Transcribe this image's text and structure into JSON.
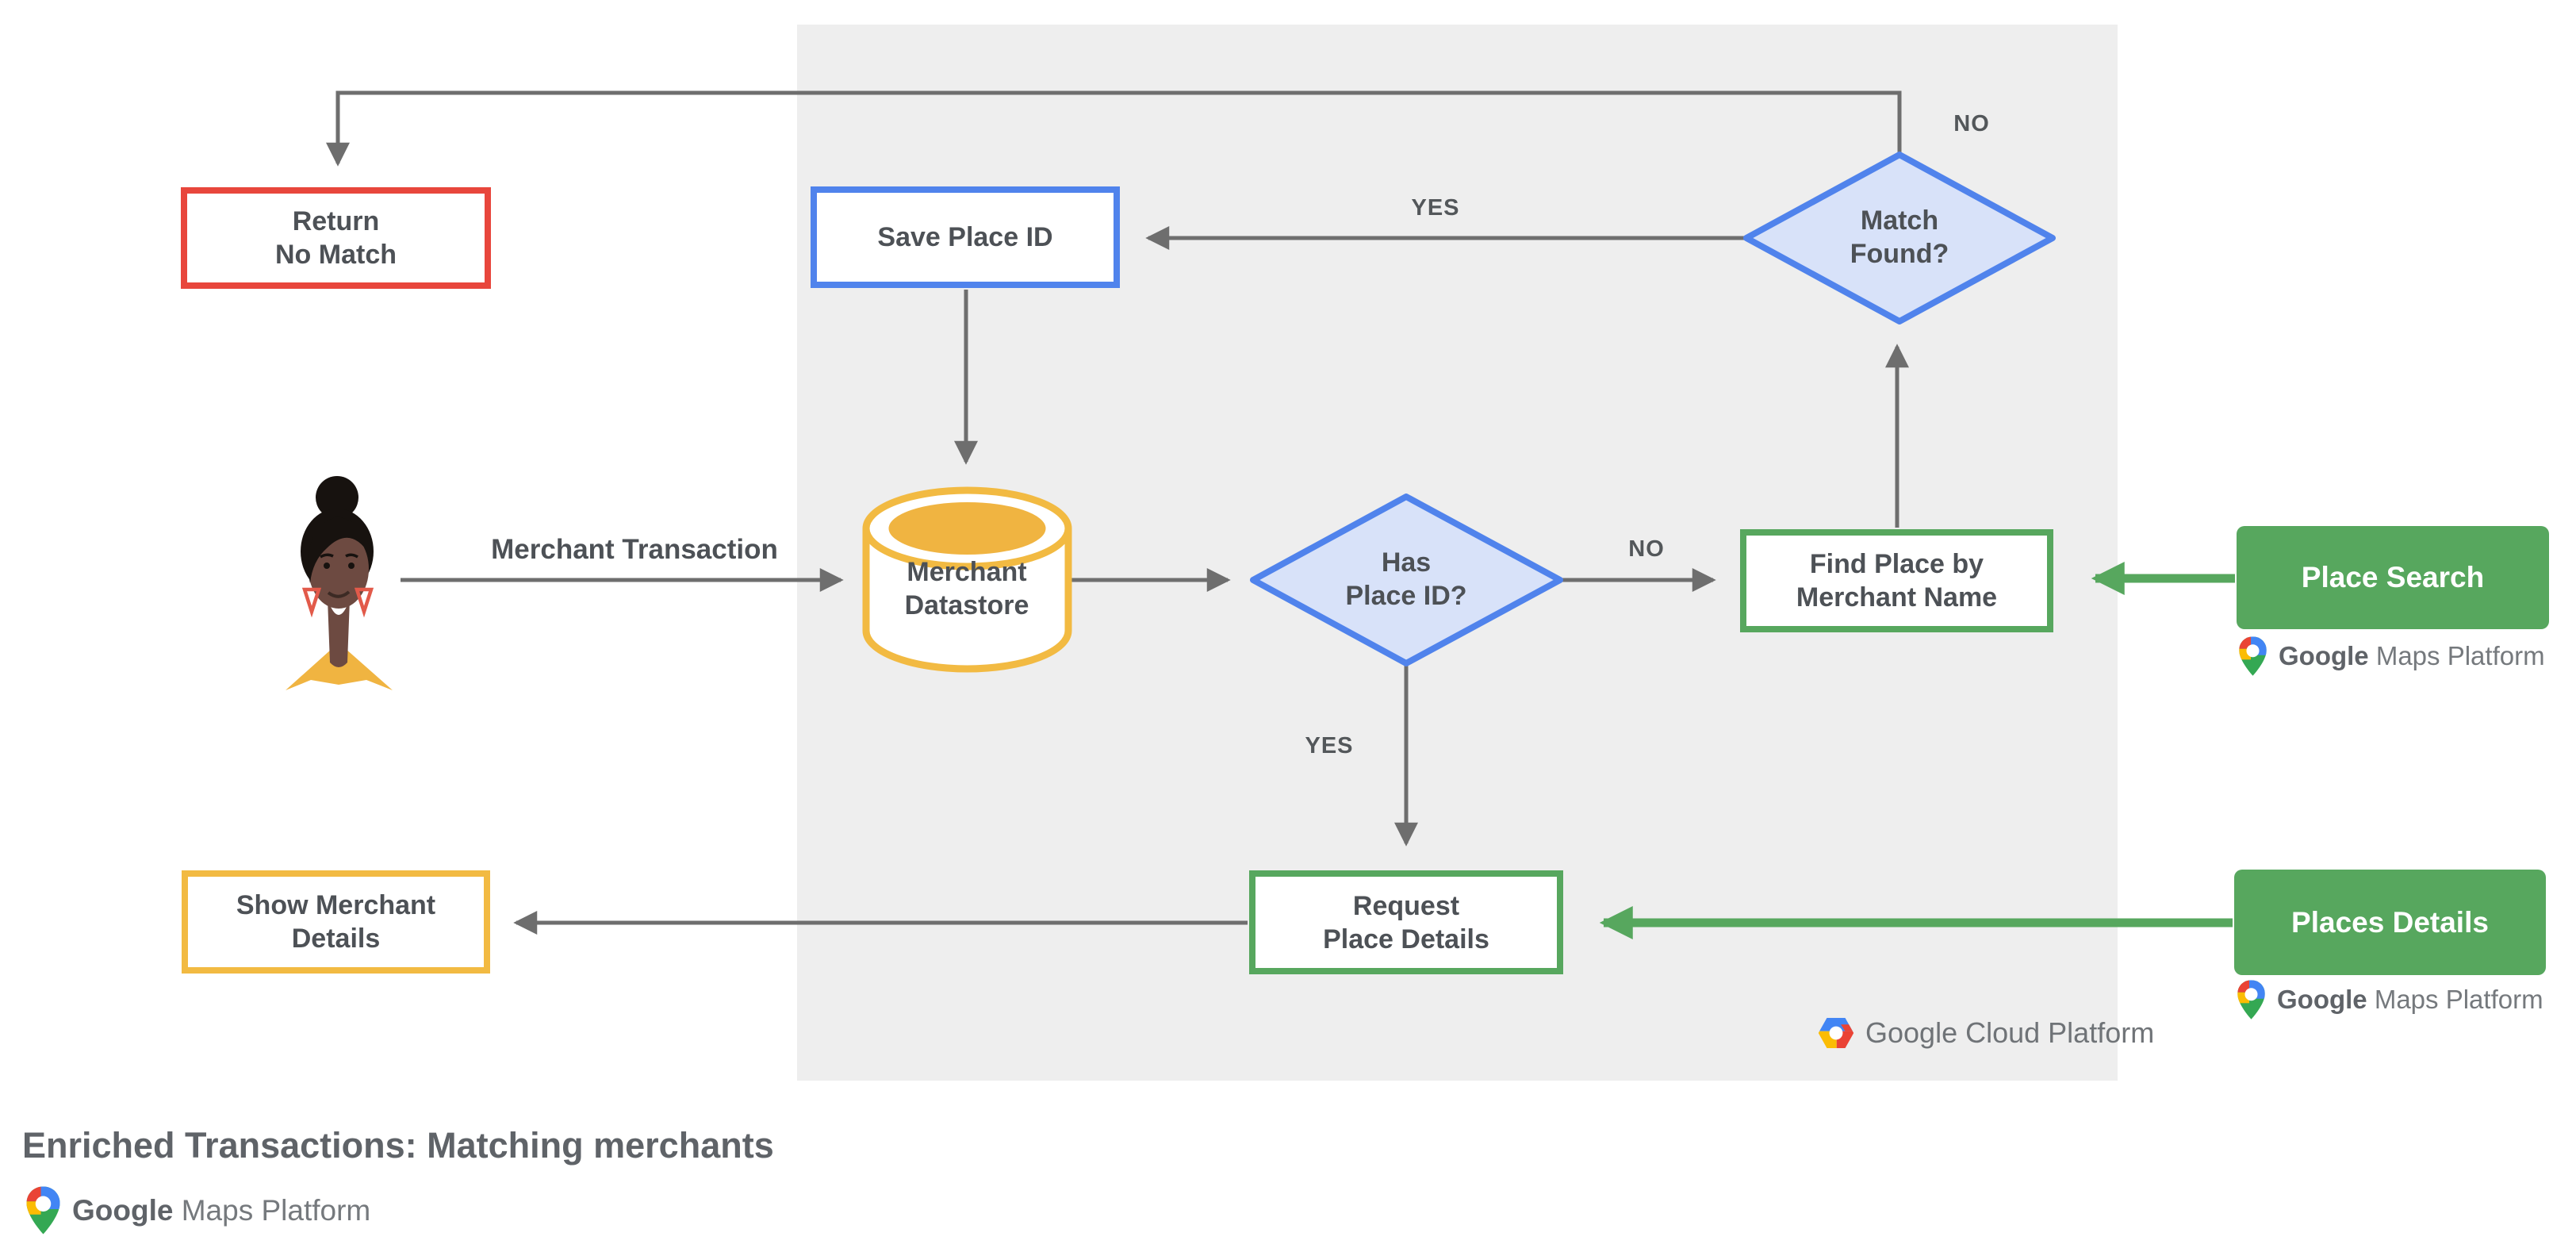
{
  "title": "Enriched Transactions: Matching merchants",
  "nodes": {
    "return_no_match": {
      "line1": "Return",
      "line2": "No Match"
    },
    "save_place_id": {
      "label": "Save Place ID"
    },
    "match_found": {
      "line1": "Match",
      "line2": "Found?"
    },
    "merchant_datastore": {
      "line1": "Merchant",
      "line2": "Datastore"
    },
    "has_place_id": {
      "line1": "Has",
      "line2": "Place ID?"
    },
    "find_place_by_merchant_name": {
      "line1": "Find Place by",
      "line2": "Merchant Name"
    },
    "place_search": {
      "label": "Place Search"
    },
    "request_place_details": {
      "line1": "Request",
      "line2": "Place Details"
    },
    "places_details": {
      "label": "Places Details"
    },
    "show_merchant_details": {
      "line1": "Show Merchant",
      "line2": "Details"
    }
  },
  "edge_labels": {
    "merchant_transaction": "Merchant Transaction",
    "yes_match": "YES",
    "no_match": "NO",
    "no_place_id": "NO",
    "yes_place_id": "YES"
  },
  "branding": {
    "maps": {
      "google": "Google",
      "rest": "Maps Platform"
    },
    "cloud": {
      "google": "Google",
      "rest": "Cloud Platform"
    }
  },
  "colors": {
    "red_border": "#e8463c",
    "blue_border": "#5083ec",
    "blue_fill": "#d8e2f9",
    "green": "#57a75e",
    "yellow_border": "#f2ba42",
    "amber_fill": "#f0b441",
    "arrow_gray": "#6e6e6e",
    "panel_gray": "#eeeeee",
    "text_gray": "#4d5156"
  }
}
